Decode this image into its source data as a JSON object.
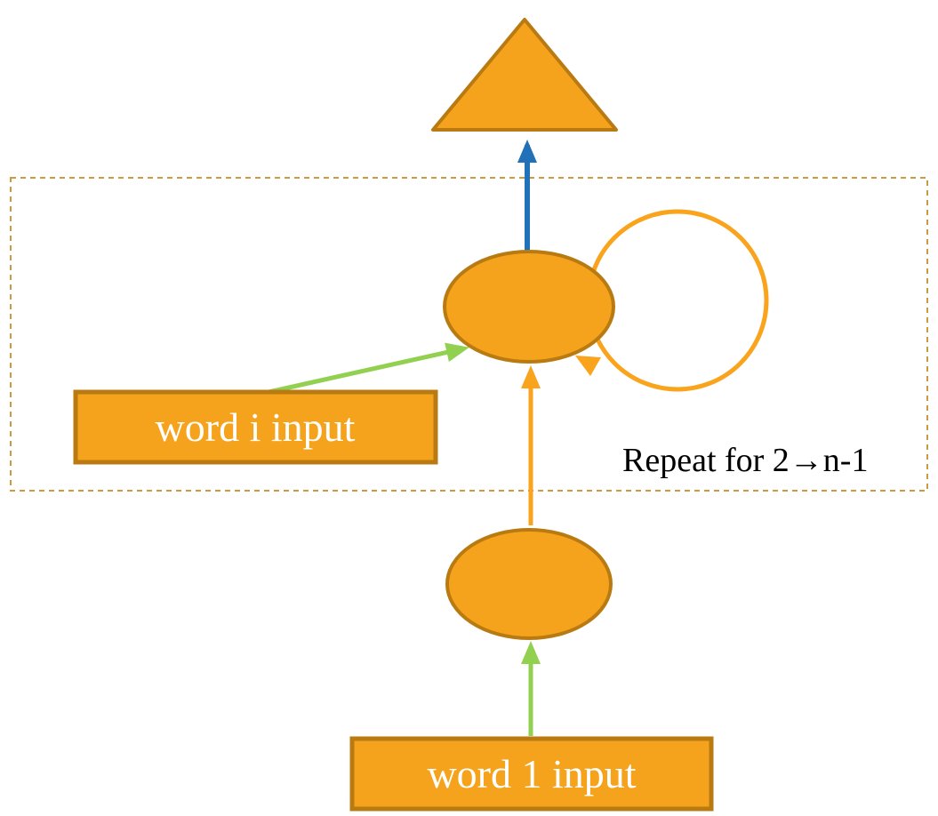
{
  "diagram": {
    "word_i_box": {
      "label": "word i input"
    },
    "word_1_box": {
      "label": "word 1 input"
    },
    "note": {
      "text": "Repeat for 2→n-1"
    },
    "colors": {
      "background": "#FFFFFF",
      "shape_fill": "#F5A31C",
      "shape_stroke": "#B97A12",
      "dashed_border": "#CC9A40",
      "arrow_blue": "#2071B8",
      "arrow_green": "#92D050",
      "arrow_orange": "#F9A41C",
      "box_text": "#FFFFFF",
      "note_text": "#000000"
    }
  }
}
